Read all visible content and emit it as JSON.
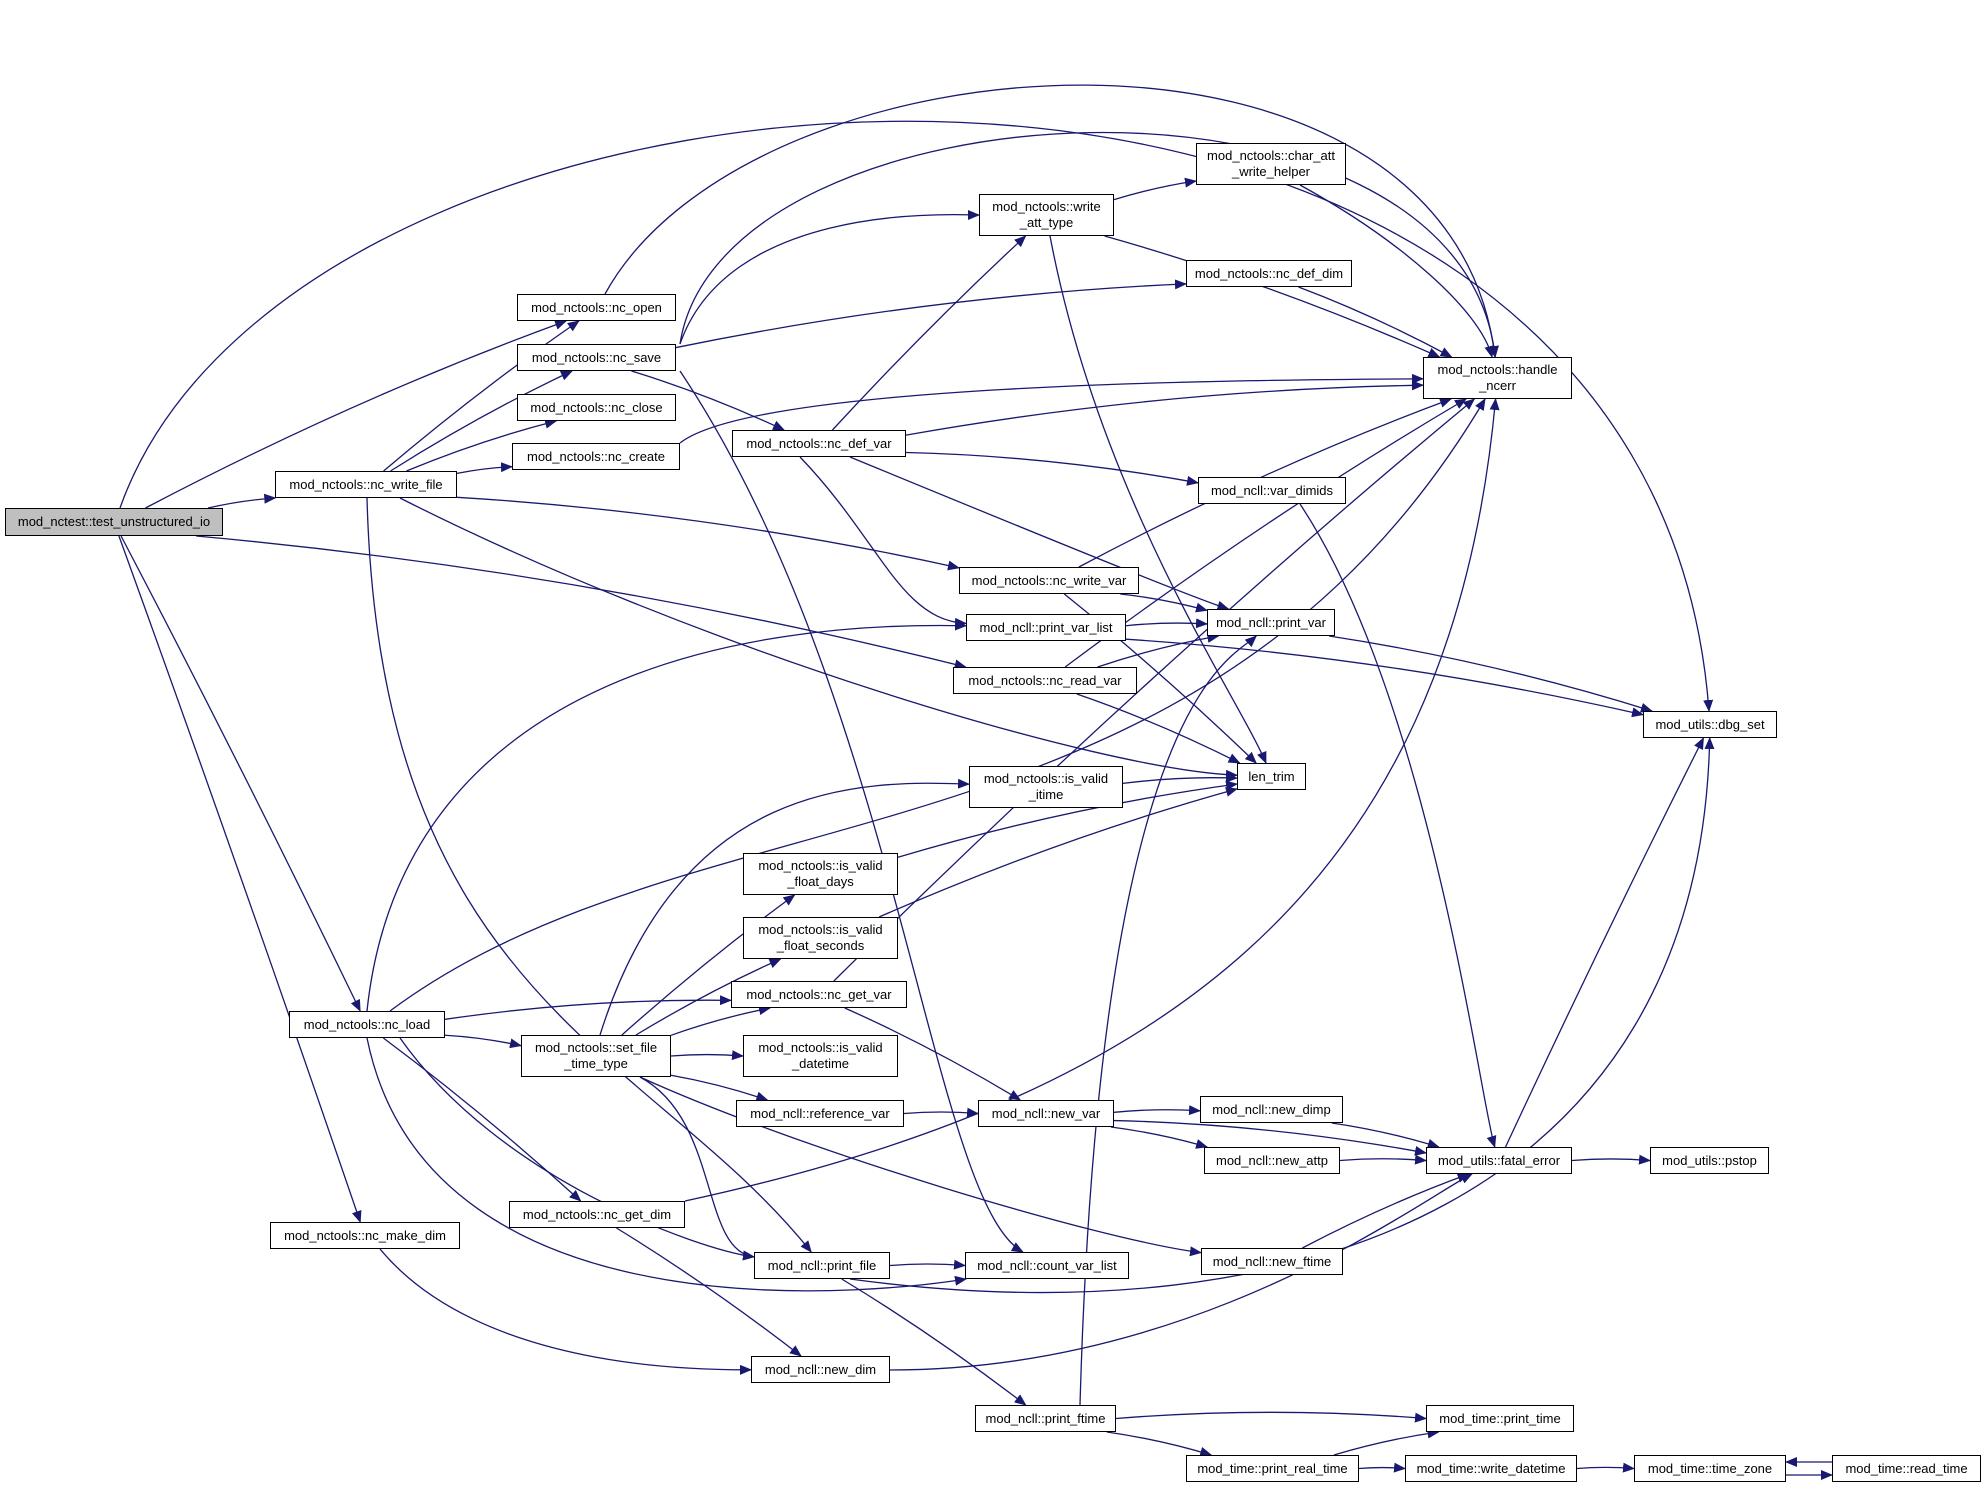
{
  "colors": {
    "edge": "#191970",
    "node_border": "#000000",
    "root_fill": "#bfbfbf",
    "node_fill": "#ffffff"
  },
  "nodes": [
    {
      "id": "test_unstructured_io",
      "label": "mod_nctest::test_unstructured_io",
      "root": true
    },
    {
      "id": "nc_open",
      "label": "mod_nctools::nc_open"
    },
    {
      "id": "nc_save",
      "label": "mod_nctools::nc_save"
    },
    {
      "id": "nc_close",
      "label": "mod_nctools::nc_close"
    },
    {
      "id": "nc_create",
      "label": "mod_nctools::nc_create"
    },
    {
      "id": "nc_write_file",
      "label": "mod_nctools::nc_write_file"
    },
    {
      "id": "nc_load",
      "label": "mod_nctools::nc_load"
    },
    {
      "id": "nc_make_dim",
      "label": "mod_nctools::nc_make_dim"
    },
    {
      "id": "nc_get_dim",
      "label": "mod_nctools::nc_get_dim"
    },
    {
      "id": "set_file_time_type",
      "label": "mod_nctools::set_file\n_time_type"
    },
    {
      "id": "nc_def_var",
      "label": "mod_nctools::nc_def_var"
    },
    {
      "id": "is_valid_float_days",
      "label": "mod_nctools::is_valid\n_float_days"
    },
    {
      "id": "is_valid_float_seconds",
      "label": "mod_nctools::is_valid\n_float_seconds"
    },
    {
      "id": "nc_get_var",
      "label": "mod_nctools::nc_get_var"
    },
    {
      "id": "is_valid_datetime",
      "label": "mod_nctools::is_valid\n_datetime"
    },
    {
      "id": "reference_var",
      "label": "mod_ncll::reference_var"
    },
    {
      "id": "print_file",
      "label": "mod_ncll::print_file"
    },
    {
      "id": "new_dim",
      "label": "mod_ncll::new_dim"
    },
    {
      "id": "write_att_type",
      "label": "mod_nctools::write\n_att_type"
    },
    {
      "id": "nc_write_var",
      "label": "mod_nctools::nc_write_var"
    },
    {
      "id": "print_var_list",
      "label": "mod_ncll::print_var_list"
    },
    {
      "id": "nc_read_var",
      "label": "mod_nctools::nc_read_var"
    },
    {
      "id": "is_valid_itime",
      "label": "mod_nctools::is_valid\n_itime"
    },
    {
      "id": "new_var",
      "label": "mod_ncll::new_var"
    },
    {
      "id": "count_var_list",
      "label": "mod_ncll::count_var_list"
    },
    {
      "id": "print_ftime",
      "label": "mod_ncll::print_ftime"
    },
    {
      "id": "char_att_write_helper",
      "label": "mod_nctools::char_att\n_write_helper"
    },
    {
      "id": "nc_def_dim",
      "label": "mod_nctools::nc_def_dim"
    },
    {
      "id": "var_dimids",
      "label": "mod_ncll::var_dimids"
    },
    {
      "id": "print_var",
      "label": "mod_ncll::print_var"
    },
    {
      "id": "len_trim",
      "label": "len_trim"
    },
    {
      "id": "new_dimp",
      "label": "mod_ncll::new_dimp"
    },
    {
      "id": "new_attp",
      "label": "mod_ncll::new_attp"
    },
    {
      "id": "new_ftime",
      "label": "mod_ncll::new_ftime"
    },
    {
      "id": "print_real_time",
      "label": "mod_time::print_real_time"
    },
    {
      "id": "handle_ncerr",
      "label": "mod_nctools::handle\n_ncerr"
    },
    {
      "id": "fatal_error",
      "label": "mod_utils::fatal_error"
    },
    {
      "id": "print_time",
      "label": "mod_time::print_time"
    },
    {
      "id": "write_datetime",
      "label": "mod_time::write_datetime"
    },
    {
      "id": "dbg_set",
      "label": "mod_utils::dbg_set"
    },
    {
      "id": "pstop",
      "label": "mod_utils::pstop"
    },
    {
      "id": "time_zone",
      "label": "mod_time::time_zone"
    },
    {
      "id": "read_time",
      "label": "mod_time::read_time"
    }
  ],
  "edges": [
    [
      "test_unstructured_io",
      "nc_open"
    ],
    [
      "test_unstructured_io",
      "nc_write_file"
    ],
    [
      "test_unstructured_io",
      "nc_read_var"
    ],
    [
      "test_unstructured_io",
      "nc_load"
    ],
    [
      "test_unstructured_io",
      "nc_make_dim"
    ],
    [
      "test_unstructured_io",
      "dbg_set"
    ],
    [
      "nc_write_file",
      "nc_open"
    ],
    [
      "nc_write_file",
      "nc_save"
    ],
    [
      "nc_write_file",
      "nc_close"
    ],
    [
      "nc_write_file",
      "nc_create"
    ],
    [
      "nc_write_file",
      "nc_write_var"
    ],
    [
      "nc_write_file",
      "len_trim"
    ],
    [
      "nc_write_file",
      "print_file"
    ],
    [
      "nc_open",
      "handle_ncerr"
    ],
    [
      "nc_save",
      "handle_ncerr"
    ],
    [
      "nc_save",
      "write_att_type"
    ],
    [
      "nc_save",
      "nc_def_dim"
    ],
    [
      "nc_save",
      "nc_def_var"
    ],
    [
      "nc_save",
      "count_var_list"
    ],
    [
      "nc_create",
      "handle_ncerr"
    ],
    [
      "nc_def_var",
      "write_att_type"
    ],
    [
      "nc_def_var",
      "handle_ncerr"
    ],
    [
      "nc_def_var",
      "var_dimids"
    ],
    [
      "nc_def_var",
      "print_var"
    ],
    [
      "nc_def_var",
      "print_var_list"
    ],
    [
      "write_att_type",
      "char_att_write_helper"
    ],
    [
      "write_att_type",
      "handle_ncerr"
    ],
    [
      "write_att_type",
      "len_trim"
    ],
    [
      "char_att_write_helper",
      "handle_ncerr"
    ],
    [
      "nc_def_dim",
      "handle_ncerr"
    ],
    [
      "var_dimids",
      "fatal_error"
    ],
    [
      "nc_write_var",
      "handle_ncerr"
    ],
    [
      "nc_write_var",
      "print_var"
    ],
    [
      "nc_write_var",
      "len_trim"
    ],
    [
      "print_var_list",
      "print_var"
    ],
    [
      "print_var_list",
      "dbg_set"
    ],
    [
      "print_var",
      "dbg_set"
    ],
    [
      "nc_read_var",
      "print_var"
    ],
    [
      "nc_read_var",
      "handle_ncerr"
    ],
    [
      "nc_read_var",
      "len_trim"
    ],
    [
      "is_valid_itime",
      "len_trim"
    ],
    [
      "is_valid_float_days",
      "len_trim"
    ],
    [
      "is_valid_float_seconds",
      "len_trim"
    ],
    [
      "nc_load",
      "print_var_list"
    ],
    [
      "nc_load",
      "handle_ncerr"
    ],
    [
      "nc_load",
      "nc_get_var"
    ],
    [
      "nc_load",
      "set_file_time_type"
    ],
    [
      "nc_load",
      "nc_get_dim"
    ],
    [
      "nc_load",
      "print_file"
    ],
    [
      "nc_load",
      "count_var_list"
    ],
    [
      "set_file_time_type",
      "is_valid_itime"
    ],
    [
      "set_file_time_type",
      "is_valid_float_days"
    ],
    [
      "set_file_time_type",
      "is_valid_float_seconds"
    ],
    [
      "set_file_time_type",
      "nc_get_var"
    ],
    [
      "set_file_time_type",
      "is_valid_datetime"
    ],
    [
      "set_file_time_type",
      "reference_var"
    ],
    [
      "set_file_time_type",
      "print_file"
    ],
    [
      "set_file_time_type",
      "new_ftime"
    ],
    [
      "nc_get_var",
      "handle_ncerr"
    ],
    [
      "nc_get_var",
      "new_var"
    ],
    [
      "reference_var",
      "new_var"
    ],
    [
      "new_var",
      "new_dimp"
    ],
    [
      "new_var",
      "new_attp"
    ],
    [
      "new_var",
      "fatal_error"
    ],
    [
      "new_dimp",
      "fatal_error"
    ],
    [
      "new_attp",
      "fatal_error"
    ],
    [
      "new_ftime",
      "fatal_error"
    ],
    [
      "fatal_error",
      "pstop"
    ],
    [
      "fatal_error",
      "dbg_set"
    ],
    [
      "nc_get_dim",
      "handle_ncerr"
    ],
    [
      "nc_get_dim",
      "new_dim"
    ],
    [
      "print_file",
      "count_var_list"
    ],
    [
      "print_file",
      "print_ftime"
    ],
    [
      "print_file",
      "dbg_set"
    ],
    [
      "nc_make_dim",
      "new_dim"
    ],
    [
      "new_dim",
      "fatal_error"
    ],
    [
      "print_ftime",
      "print_var"
    ],
    [
      "print_ftime",
      "print_time"
    ],
    [
      "print_ftime",
      "print_real_time"
    ],
    [
      "print_real_time",
      "print_time"
    ],
    [
      "print_real_time",
      "write_datetime"
    ],
    [
      "write_datetime",
      "time_zone"
    ],
    [
      "time_zone",
      "read_time"
    ],
    [
      "read_time",
      "time_zone"
    ]
  ]
}
